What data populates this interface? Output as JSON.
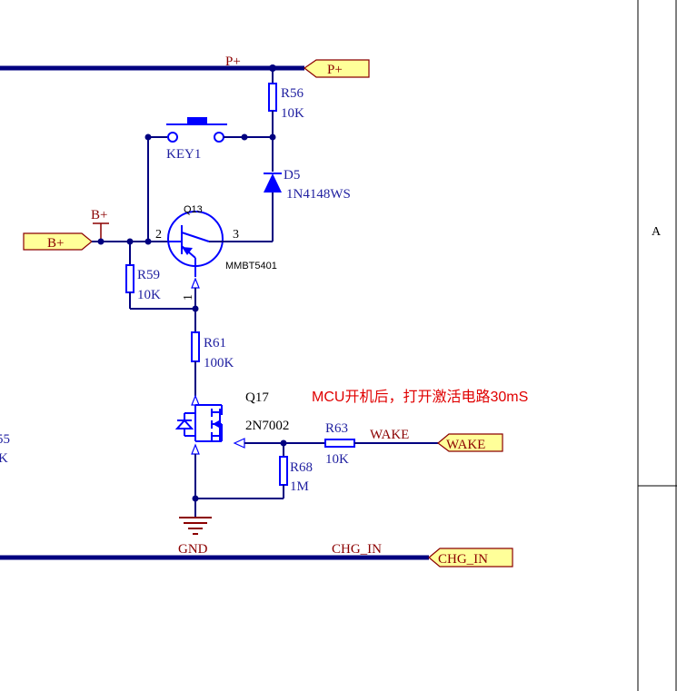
{
  "nets": {
    "p_plus": "P+",
    "b_plus": "B+",
    "wake": "WAKE",
    "chg_in": "CHG_IN",
    "gnd": "GND"
  },
  "ports": {
    "p_plus": "P+",
    "b_plus": "B+",
    "wake": "WAKE",
    "chg_in": "CHG_IN"
  },
  "components": {
    "r56": {
      "ref": "R56",
      "value": "10K"
    },
    "key1": {
      "ref": "KEY1"
    },
    "d5": {
      "ref": "D5",
      "value": "1N4148WS"
    },
    "q13": {
      "ref": "Q13",
      "value": "MMBT5401",
      "pins": {
        "base": "1",
        "collector": "2",
        "emitter": "3"
      }
    },
    "r59": {
      "ref": "R59",
      "value": "10K"
    },
    "r61": {
      "ref": "R61",
      "value": "100K"
    },
    "q17": {
      "ref": "Q17",
      "value": "2N7002"
    },
    "r63": {
      "ref": "R63",
      "value": "10K"
    },
    "r68": {
      "ref": "R68",
      "value": "1M"
    }
  },
  "cutoff_label": {
    "line1": "55",
    "line2": "K"
  },
  "note": "MCU开机后，打开激活电路30mS",
  "frame": {
    "zone": "A"
  },
  "colors": {
    "wire": "#000080",
    "component": "#0000ff",
    "net_label": "#8b0000",
    "note": "#e00000",
    "port_fill": "#ffff99"
  }
}
